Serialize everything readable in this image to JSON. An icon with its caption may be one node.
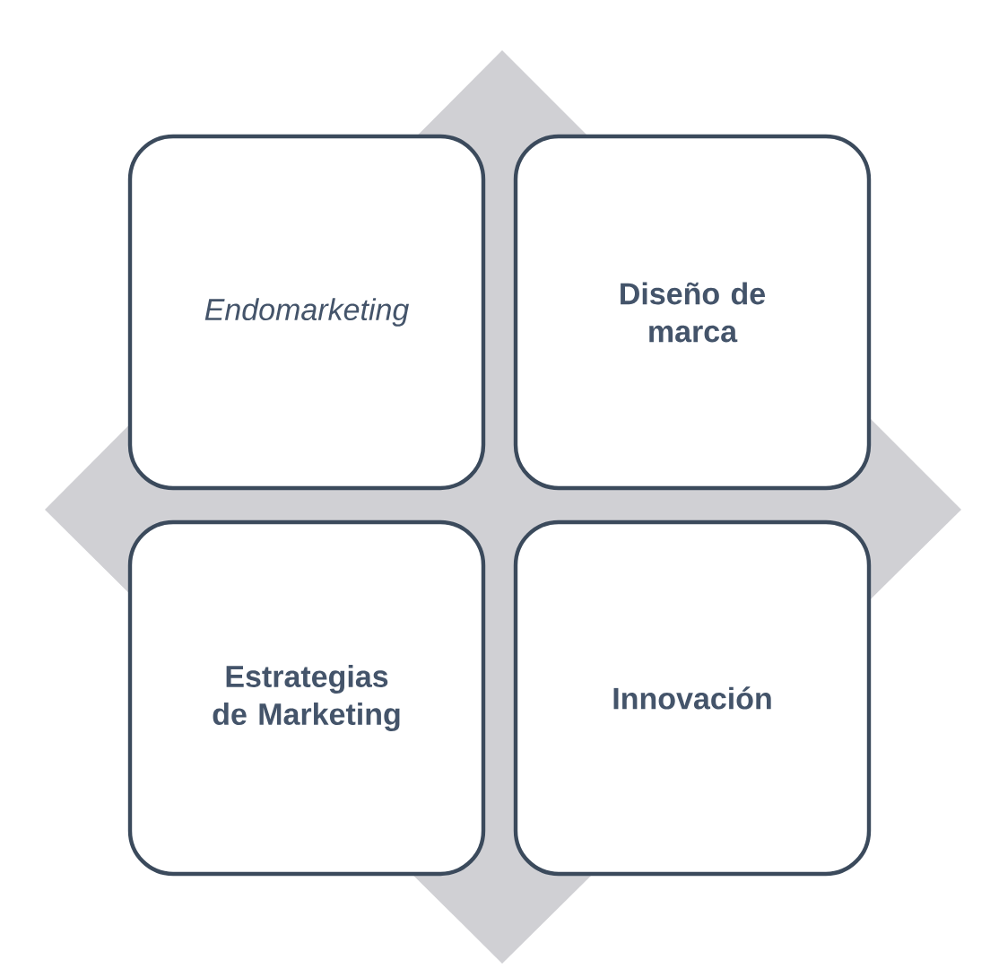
{
  "diagram": {
    "nodes": [
      {
        "text": [
          "Endomarketing"
        ]
      },
      {
        "text": [
          "Diseño de marca"
        ]
      },
      {
        "text": [
          "Estrategias de Marketing"
        ]
      },
      {
        "text": [
          "Innovación"
        ]
      }
    ]
  }
}
